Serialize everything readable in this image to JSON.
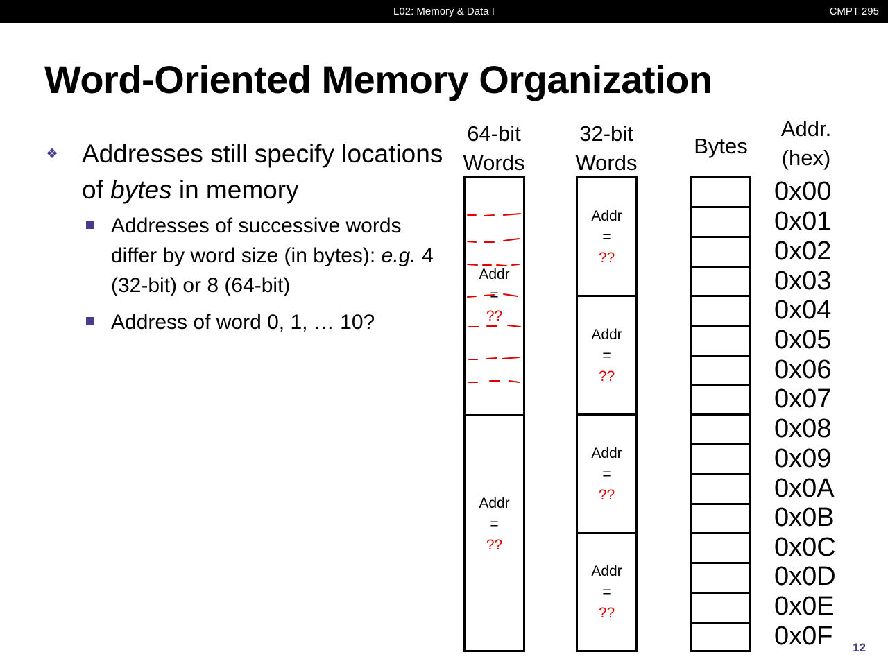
{
  "header": {
    "center": "L02:  Memory & Data I",
    "right": "CMPT 295"
  },
  "slide": {
    "title": "Word-Oriented Memory Organization",
    "bullet1": {
      "pre": "Addresses still specify locations of ",
      "em": "bytes",
      "post": " in memory"
    },
    "sub1": {
      "line1": "Addresses of successive words differ by word size (in bytes): ",
      "em": "e.g.",
      "line2": " 4 (32-bit) or 8 (64-bit)"
    },
    "sub2": "Address  of  word 0, 1, … 10?"
  },
  "diagram": {
    "headers": {
      "w64_line1": "64-bit",
      "w64_line2": "Words",
      "w32_line1": "32-bit",
      "w32_line2": "Words",
      "bytes": "Bytes",
      "addr_line1": "Addr.",
      "addr_line2": "(hex)"
    },
    "addr_label": "Addr",
    "eq": "=",
    "unknown": "??",
    "hex_addresses": [
      "0x00",
      "0x01",
      "0x02",
      "0x03",
      "0x04",
      "0x05",
      "0x06",
      "0x07",
      "0x08",
      "0x09",
      "0x0A",
      "0x0B",
      "0x0C",
      "0x0D",
      "0x0E",
      "0x0F"
    ],
    "colors": {
      "accent": "#4b3a8c",
      "unknown": "#e00000",
      "annotation": "#e00000"
    }
  },
  "page_number": "12"
}
